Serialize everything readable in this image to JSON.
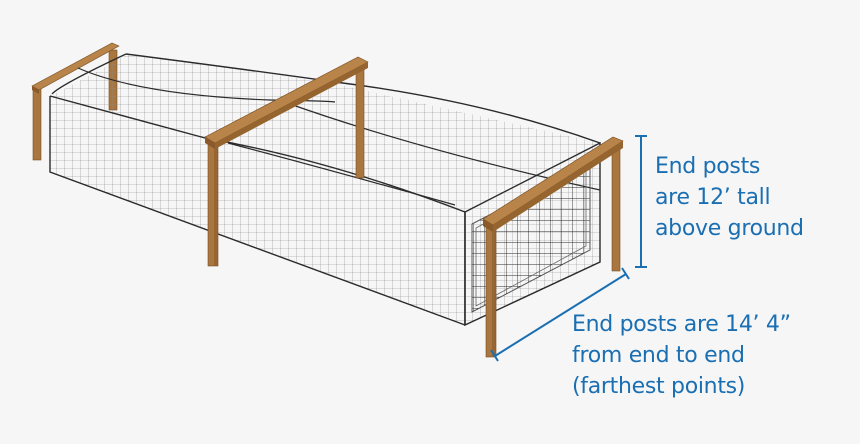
{
  "diagram": {
    "subject": "Batting cage net with wooden end posts",
    "colors": {
      "background": "#f6f6f6",
      "annotation": "#1a6fb3",
      "wood": "#a9763f",
      "wood_dark": "#8a5a2b",
      "net": "#333333"
    },
    "annotations": {
      "height": {
        "lines": [
          "End posts",
          "are 12’ tall",
          "above ground"
        ]
      },
      "length": {
        "lines": [
          "End posts are 14’ 4”",
          "from end to end",
          "(farthest points)"
        ]
      }
    },
    "elements": [
      "back-left-post-frame",
      "middle-post-frame",
      "front-right-post-frame",
      "net-tunnel",
      "front-net-panel",
      "height-dimension-bracket",
      "width-dimension-bracket"
    ]
  }
}
